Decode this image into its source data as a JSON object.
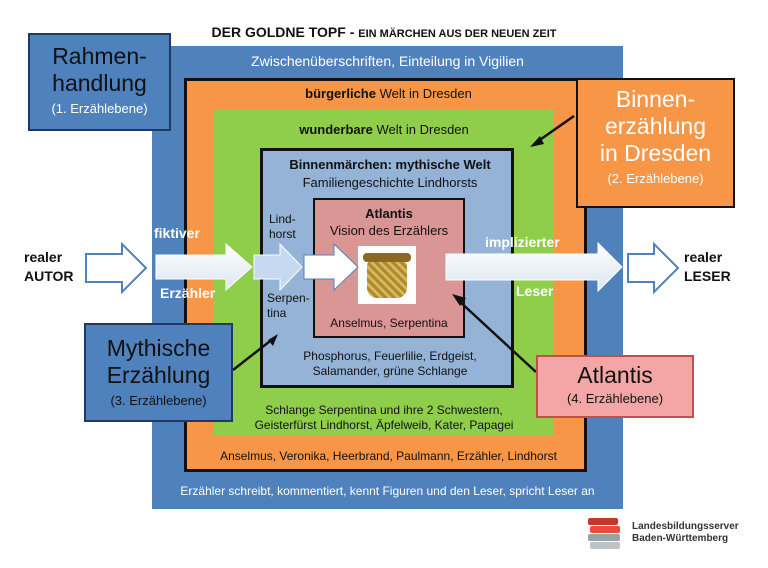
{
  "title": {
    "main": "DER GOLDNE TOPF - ",
    "sub": "EIN MÄRCHEN AUS DER NEUEN ZEIT"
  },
  "frame": {
    "blue_top": "Zwischenüberschriften, Einteilung in Vigilien",
    "blue_bottom": "Erzähler schreibt, kommentiert, kennt Figuren und den Leser, spricht Leser an",
    "orange_top_bold": "bürgerliche",
    "orange_top_rest": " Welt in Dresden",
    "orange_bottom": "Anselmus, Veronika, Heerbrand, Paulmann, Erzähler, Lindhorst",
    "green_top_bold": "wunderbare",
    "green_top_rest": " Welt in Dresden",
    "green_bottom_1": "Schlange Serpentina und ihre 2 Schwestern,",
    "green_bottom_2": "Geisterfürst Lindhorst, Äpfelweib, Kater, Papagei",
    "lblue_top_1": "Binnenmärchen: mythische Welt",
    "lblue_top_2": "Familiengeschichte Lindhorsts",
    "lblue_bottom_1": "Phosphorus, Feuerlilie, Erdgeist,",
    "lblue_bottom_2": "Salamander, grüne Schlange",
    "lind_1": "Lind-",
    "lind_2": "horst",
    "serp_1": "Serpen-",
    "serp_2": "tina",
    "pink_title": "Atlantis",
    "pink_sub": "Vision des Erzählers",
    "pink_bottom": "Anselmus, Serpentina"
  },
  "flow": {
    "real_author_1": "realer",
    "real_author_2": "AUTOR",
    "fictive_1": "fiktiver",
    "fictive_2": "Erzähler",
    "implied_1": "implizierter",
    "implied_2": "Leser",
    "real_reader_1": "realer",
    "real_reader_2": "LESER"
  },
  "callouts": {
    "rahmen_big_1": "Rahmen-",
    "rahmen_big_2": "handlung",
    "rahmen_small": "(1. Erzählebene)",
    "binnen_big_1": "Binnen-",
    "binnen_big_2": "erzählung",
    "binnen_big_3": "in Dresden",
    "binnen_small": "(2. Erzählebene)",
    "myth_big_1": "Mythische",
    "myth_big_2": "Erzählung",
    "myth_small": "(3. Erzählebene)",
    "atl_big": "Atlantis",
    "atl_small": "(4. Erzählebene)"
  },
  "logo": {
    "line1": "Landesbildungsserver",
    "line2": "Baden-Württemberg"
  },
  "colors": {
    "level1": "#4f81bd",
    "level2": "#f79646",
    "level2_inner": "#8fce4a",
    "level3": "#95b3d7",
    "level4": "#d99694",
    "arrow": "#dbe5f1"
  }
}
